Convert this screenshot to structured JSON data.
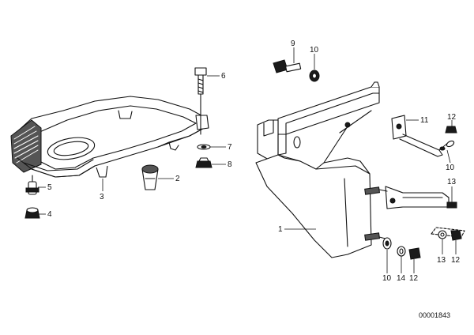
{
  "diagram": {
    "labels": {
      "l1": "1",
      "l2": "2",
      "l3": "3",
      "l4": "4",
      "l5": "5",
      "l6": "6",
      "l7": "7",
      "l8": "8",
      "l9": "9",
      "l10a": "10",
      "l10b": "10",
      "l10c": "10",
      "l11": "11",
      "l12a": "12",
      "l12b": "12",
      "l12c": "12",
      "l13a": "13",
      "l13b": "13",
      "l14": "14"
    },
    "reference": "00001843"
  }
}
